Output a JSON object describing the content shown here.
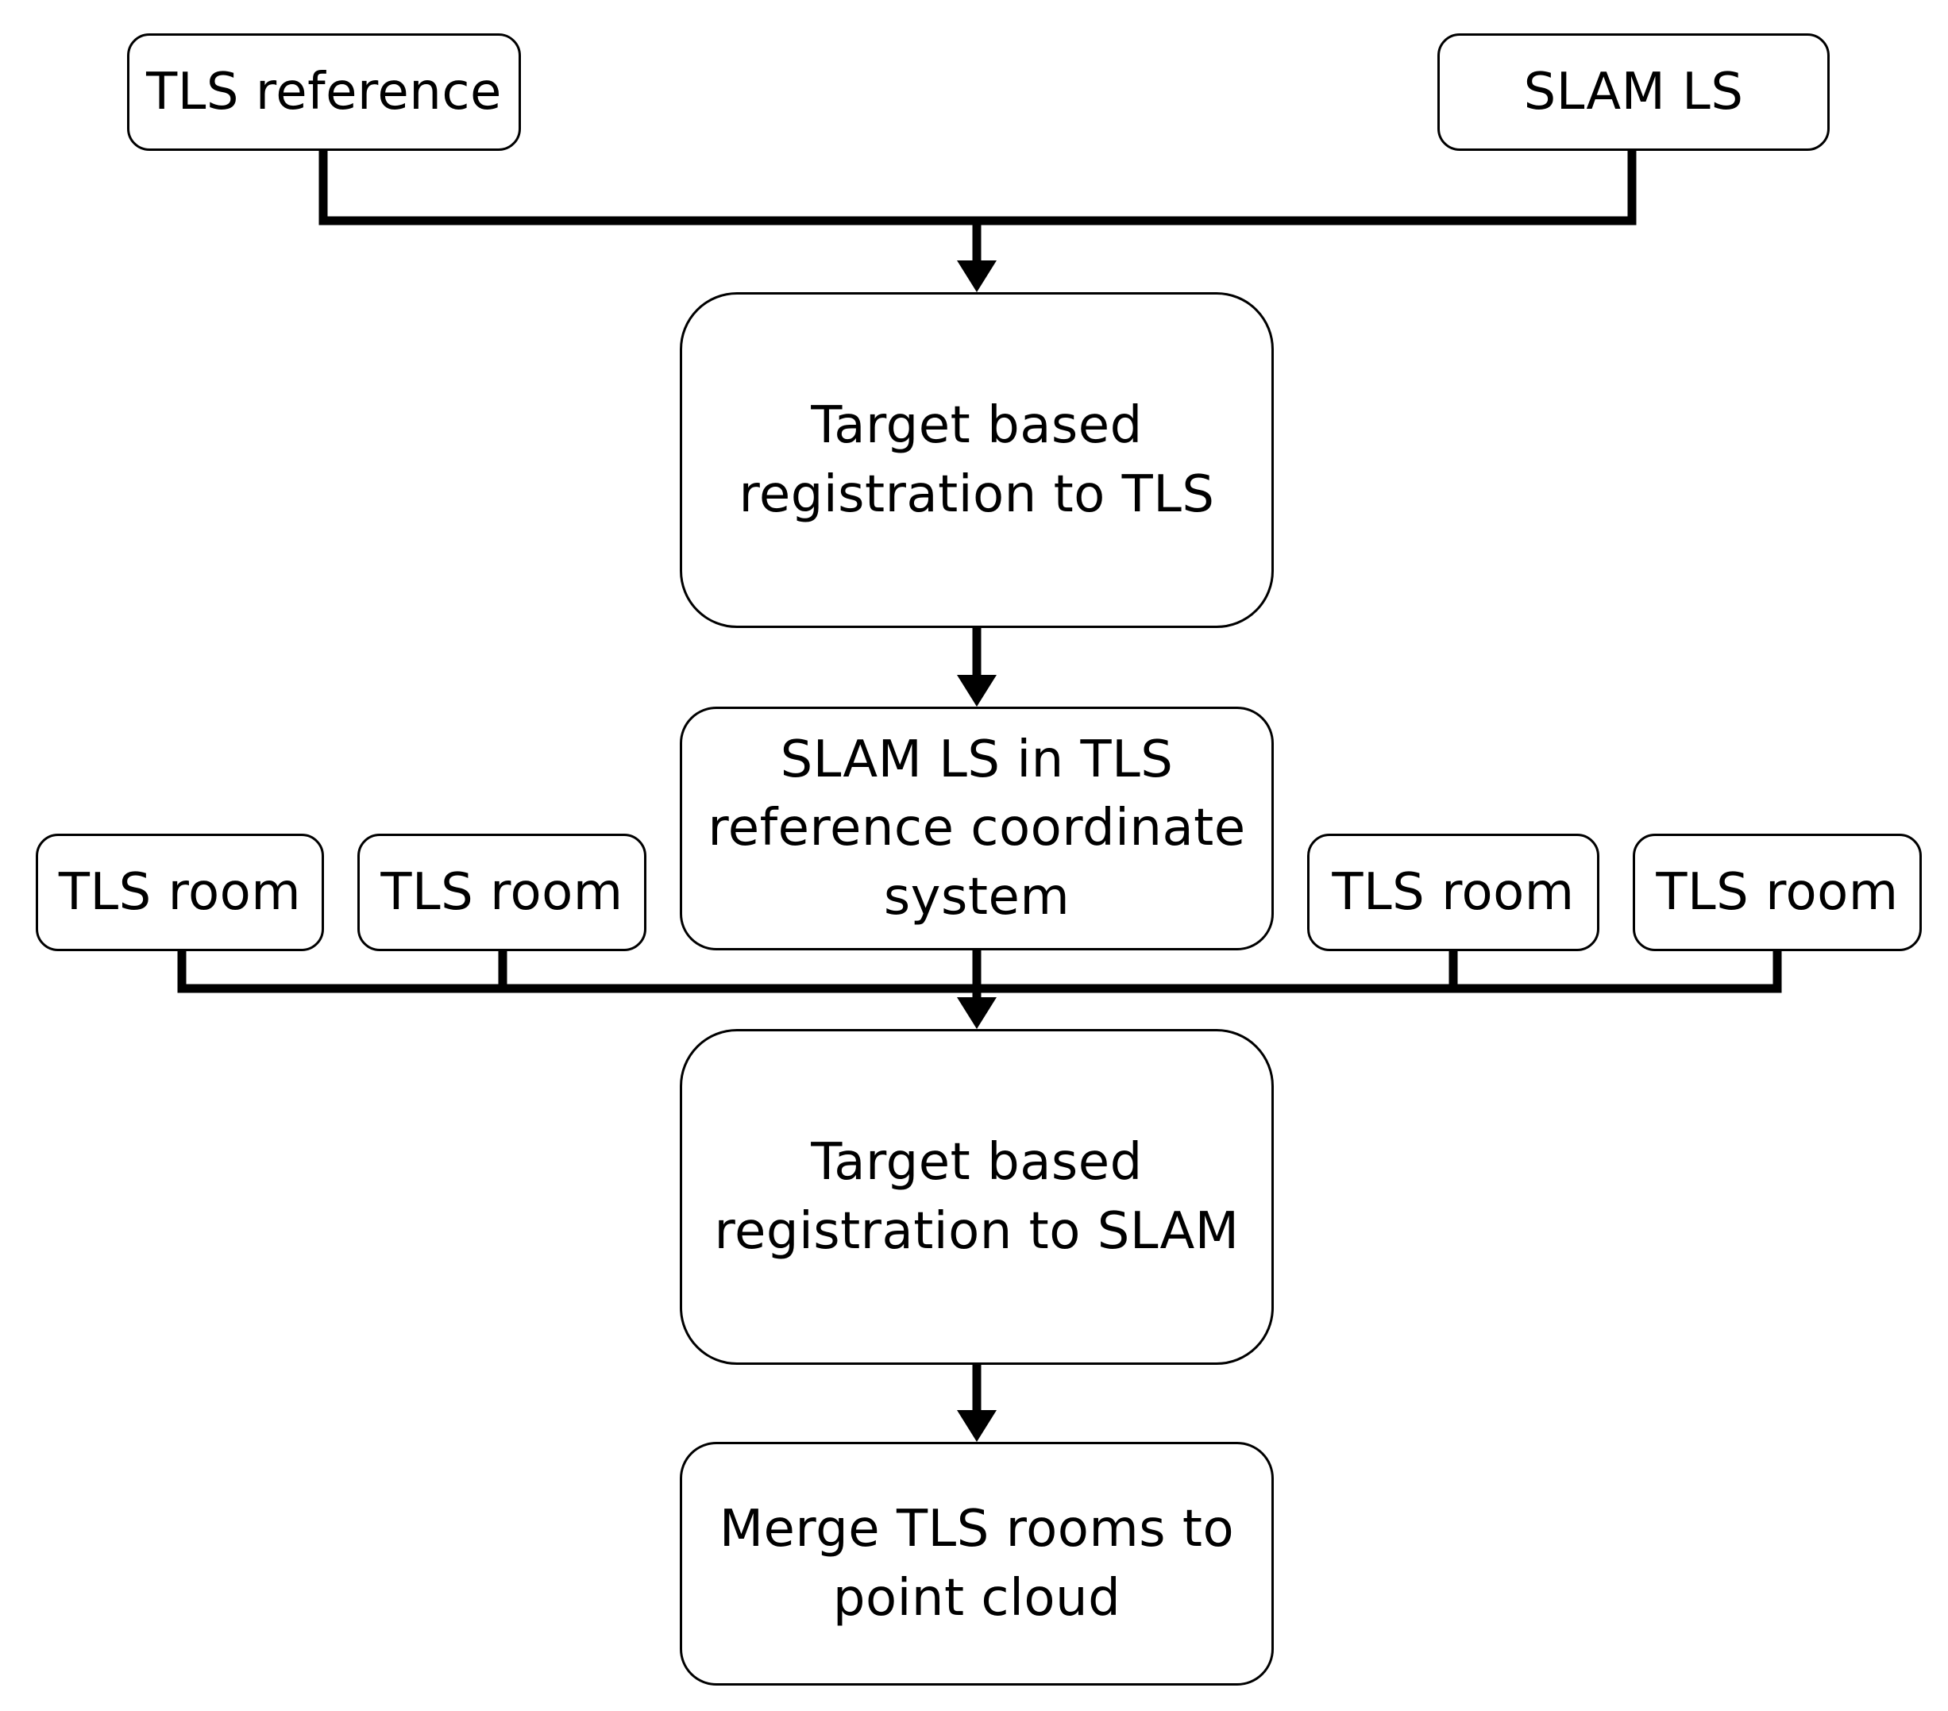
{
  "diagram": {
    "nodes": {
      "tls_reference": "TLS reference",
      "slam_ls": "SLAM LS",
      "target_reg_tls": [
        "Target based",
        "registration to TLS"
      ],
      "slam_in_tls": [
        "SLAM LS in TLS",
        "reference coordinate",
        "system"
      ],
      "tls_room_1": "TLS room",
      "tls_room_2": "TLS room",
      "tls_room_3": "TLS room",
      "tls_room_4": "TLS room",
      "target_reg_slam": [
        "Target based",
        "registration to SLAM"
      ],
      "merge": [
        "Merge TLS rooms to",
        "point cloud"
      ]
    },
    "edges": [
      {
        "from": "tls_reference",
        "to": "target_reg_tls"
      },
      {
        "from": "slam_ls",
        "to": "target_reg_tls"
      },
      {
        "from": "target_reg_tls",
        "to": "slam_in_tls"
      },
      {
        "from": "slam_in_tls",
        "to": "target_reg_slam"
      },
      {
        "from": "tls_room_1",
        "to": "target_reg_slam"
      },
      {
        "from": "tls_room_2",
        "to": "target_reg_slam"
      },
      {
        "from": "tls_room_3",
        "to": "target_reg_slam"
      },
      {
        "from": "tls_room_4",
        "to": "target_reg_slam"
      },
      {
        "from": "target_reg_slam",
        "to": "merge"
      }
    ],
    "line_color": "#000000"
  }
}
